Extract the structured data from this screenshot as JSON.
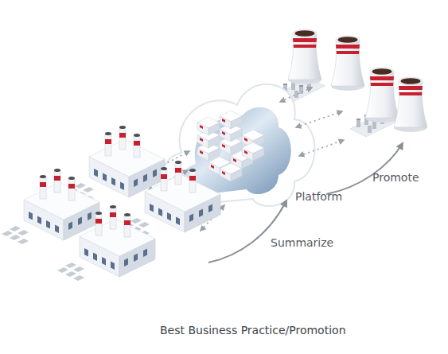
{
  "diagram": {
    "caption": "Best Business Practice/Promotion",
    "labels": [
      "Summarize",
      "Platform",
      "Promote"
    ]
  }
}
